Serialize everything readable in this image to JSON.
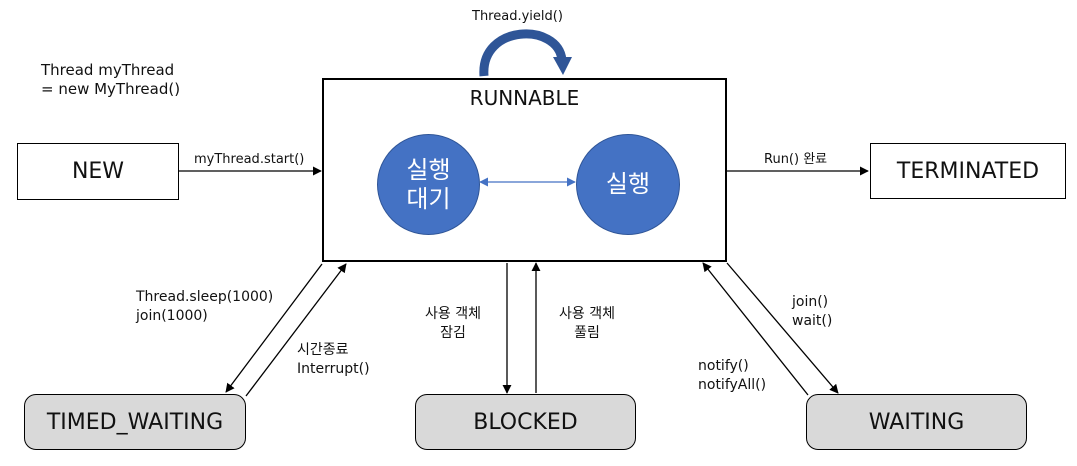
{
  "init_code": {
    "line1": "Thread myThread",
    "line2": "= new MyThread()"
  },
  "states": {
    "new": "NEW",
    "runnable": "RUNNABLE",
    "terminated": "TERMINATED",
    "timed_waiting": "TIMED_WAITING",
    "blocked": "BLOCKED",
    "waiting": "WAITING"
  },
  "runnable_states": {
    "ready_line1": "실행",
    "ready_line2": "대기",
    "running": "실행"
  },
  "transitions": {
    "yield": "Thread.yield()",
    "start": "myThread.start()",
    "run_done": "Run() 완료",
    "sleep": "Thread.sleep(1000)",
    "join_timed": "join(1000)",
    "timeout": "시간종료",
    "interrupt": "Interrupt()",
    "lock_line1": "사용 객체",
    "lock_line2": "잠김",
    "unlock_line1": "사용 객체",
    "unlock_line2": "풀림",
    "join": "join()",
    "wait": "wait()",
    "notify": "notify()",
    "notify_all": "notifyAll()"
  },
  "colors": {
    "circle_fill": "#4472c4",
    "circle_border": "#2f5597",
    "gray_box": "#d9d9d9",
    "double_arrow": "#4472c4"
  }
}
